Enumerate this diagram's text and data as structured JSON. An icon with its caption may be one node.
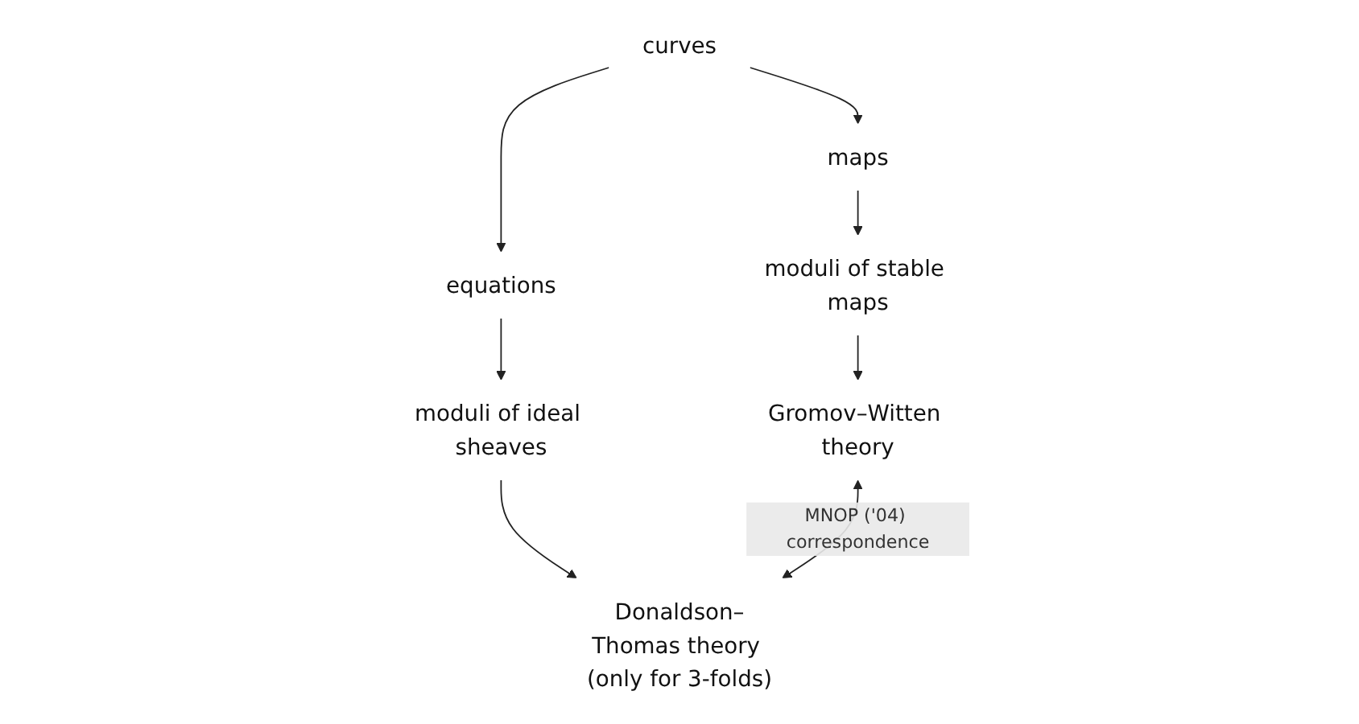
{
  "diagram": {
    "nodes": [
      {
        "text": [
          "curves"
        ]
      },
      {
        "text": [
          "maps"
        ]
      },
      {
        "text": [
          "equations"
        ]
      },
      {
        "text": [
          "moduli of stable maps"
        ]
      },
      {
        "text": [
          "moduli of ideal sheaves"
        ]
      },
      {
        "text": [
          "Gromov–Witten theory"
        ]
      },
      {
        "text": [
          "Donaldson–Thomas theory (only for 3-folds)"
        ]
      }
    ],
    "edges": [
      {
        "from": 0,
        "to": 1,
        "arrow": "to"
      },
      {
        "from": 0,
        "to": 2,
        "arrow": "to"
      },
      {
        "from": 1,
        "to": 3,
        "arrow": "to"
      },
      {
        "from": 2,
        "to": 4,
        "arrow": "to"
      },
      {
        "from": 3,
        "to": 5,
        "arrow": "to"
      },
      {
        "from": 4,
        "to": 6,
        "arrow": "to"
      },
      {
        "from": 5,
        "to": 6,
        "arrow": "both",
        "label": "MNOP ('04) correspondence"
      }
    ]
  }
}
